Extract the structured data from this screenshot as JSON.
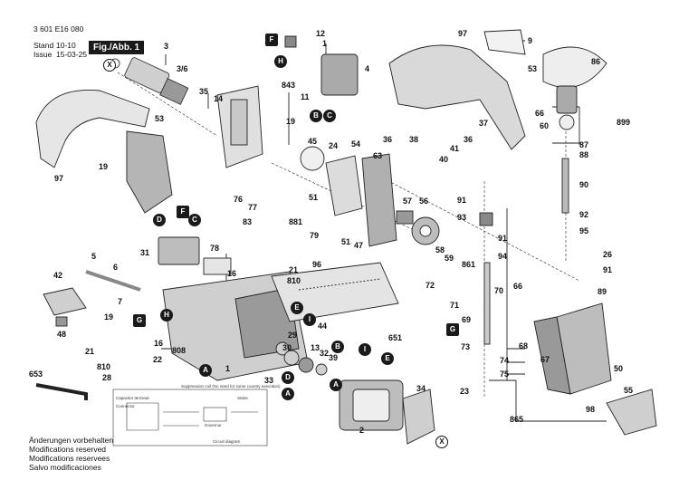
{
  "header": {
    "doc_number": "3 601 E16 080",
    "stand_label": "Stand",
    "stand_date": "10-10",
    "issue_label": "Issue",
    "issue_date": "15-03-25",
    "figure_label": "Fig./Abb. 1"
  },
  "footer": {
    "lines": [
      "Änderungen vorbehalten",
      "Modifications reserved",
      "Modifications reservees",
      "Salvo modificaciones"
    ]
  },
  "part_numbers": {
    "p3": "3",
    "p3_6": "3/6",
    "p35": "35",
    "p14": "14",
    "p53a": "53",
    "p19a": "19",
    "p97a": "97",
    "p843": "843",
    "p19b": "19",
    "p45": "45",
    "p24": "24",
    "p54": "54",
    "p63": "63",
    "p12": "12",
    "p1": "1",
    "p4": "4",
    "p11": "11",
    "p97b": "97",
    "p9": "9",
    "p53b": "53",
    "p86": "86",
    "p66a": "66",
    "p60": "60",
    "p899": "899",
    "p87": "87",
    "p88": "88",
    "p37": "37",
    "p36a": "36",
    "p38": "38",
    "p36b": "36",
    "p41": "41",
    "p40": "40",
    "p76": "76",
    "p77": "77",
    "p51a": "51",
    "p57": "57",
    "p56": "56",
    "p91a": "91",
    "p93": "93",
    "p90": "90",
    "p92": "92",
    "p95": "95",
    "p83": "83",
    "p881": "881",
    "p79": "79",
    "p51b": "51",
    "p47": "47",
    "p91b": "91",
    "p58": "58",
    "p59": "59",
    "p861": "861",
    "p94": "94",
    "p26": "26",
    "p91c": "91",
    "p31": "31",
    "p78": "78",
    "p5": "5",
    "p6": "6",
    "p16a": "16",
    "p21a": "21",
    "p810a": "810",
    "p96": "96",
    "p42": "42",
    "p72": "72",
    "p71": "71",
    "p70": "70",
    "p66b": "66",
    "p89": "89",
    "p7": "7",
    "p19c": "19",
    "p44": "44",
    "p651": "651",
    "p69": "69",
    "p48": "48",
    "p29": "29",
    "p30": "30",
    "p13": "13",
    "p32": "32",
    "p39": "39",
    "p16b": "16",
    "p21b": "21",
    "p810b": "810",
    "p22": "22",
    "p28": "28",
    "p808": "808",
    "p1b": "1",
    "p73": "73",
    "p68": "68",
    "p67": "67",
    "p50": "50",
    "p74": "74",
    "p75": "75",
    "p23": "23",
    "p33": "33",
    "p653": "653",
    "p34": "34",
    "p2": "2",
    "p98": "98",
    "p55": "55",
    "p865": "865"
  },
  "callout_tags": {
    "t1": "F",
    "t2": "H",
    "t3": "B",
    "t4": "C",
    "t5": "D",
    "t6": "F",
    "t7": "C",
    "t8": "E",
    "t9": "I",
    "t10": "G",
    "t11": "H",
    "t12": "I",
    "t13": "E",
    "t14": "B",
    "t15": "A",
    "t16": "D",
    "t17": "A",
    "t18": "A",
    "t19": "G",
    "t20": "X",
    "t21": "X"
  },
  "schematic": {
    "title": "Suppression coil (No need for some country execution)",
    "capacitor": "Capacitor terminal",
    "connector": "Connector",
    "stator": "Stator",
    "governor": "Governor",
    "circuit_diagram": "Circuit diagram"
  }
}
